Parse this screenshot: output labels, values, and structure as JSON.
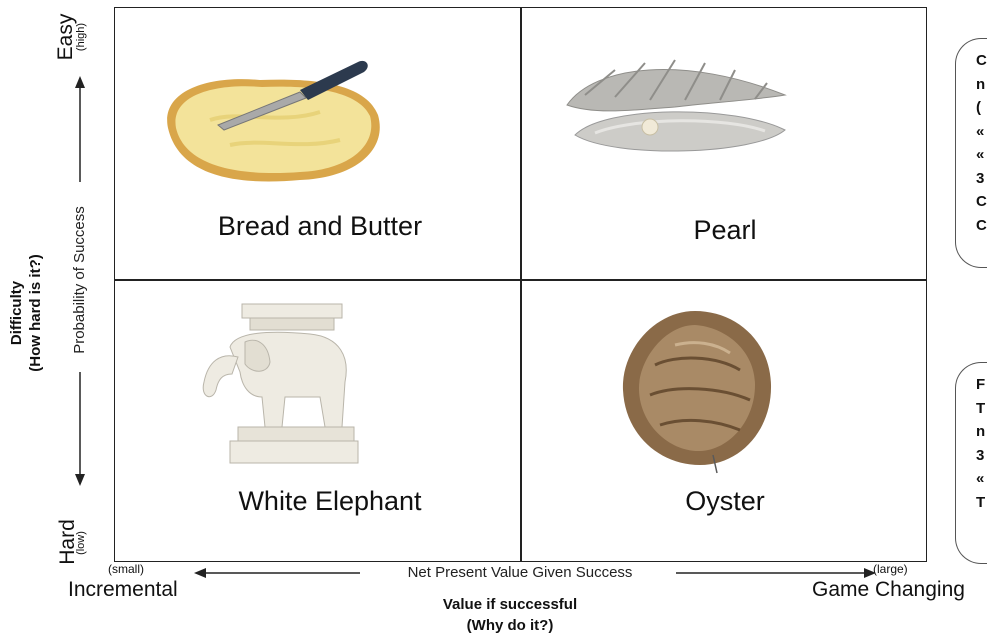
{
  "quadrants": {
    "top_left": "Bread and Butter",
    "top_right": "Pearl",
    "bottom_left": "White Elephant",
    "bottom_right": "Oyster"
  },
  "y_axis": {
    "title_line1": "Difficulty",
    "title_line2": "(How hard is it?)",
    "axis_label": "Probability of Success",
    "top_label": "Easy",
    "top_sub": "(high)",
    "bottom_label": "Hard",
    "bottom_sub": "(low)"
  },
  "x_axis": {
    "axis_label": "Net Present Value Given Success",
    "left_label": "Incremental",
    "left_sub": "(small)",
    "right_label": "Game Changing",
    "right_sub": "(large)",
    "title_line1": "Value if successful",
    "title_line2": "(Why do it?)"
  },
  "side_notes": {
    "box1_lines": [
      "C",
      "n",
      "(",
      "«",
      "«",
      "3",
      "C",
      "C"
    ],
    "box2_lines": [
      "F",
      "T",
      "n",
      "3",
      "«",
      "T"
    ]
  },
  "colors": {
    "grid_line": "#222222",
    "butter": "#f3e39a",
    "bread_crust": "#d9a64a",
    "shell": "#b9b8b4",
    "pearl": "#f1ead8",
    "elephant": "#eeebe2",
    "oyster": "#8a6a48"
  }
}
